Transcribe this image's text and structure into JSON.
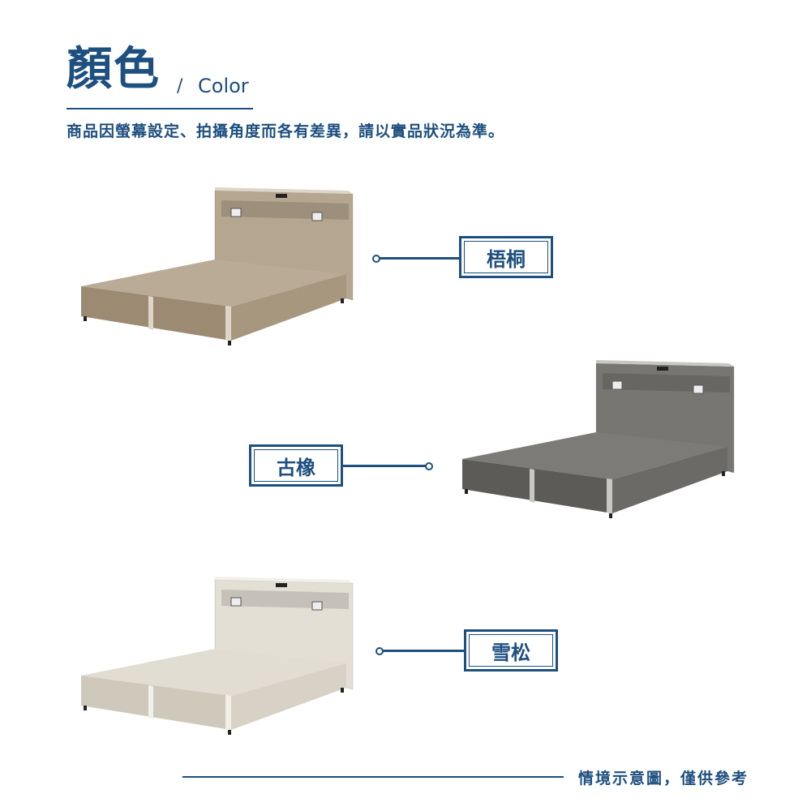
{
  "header": {
    "title": "顏色",
    "separator": "/",
    "subtitle": "Color",
    "note": "商品因螢幕設定、拍攝角度而各有差異，請以實品狀況為準。"
  },
  "variants": [
    {
      "name": "梧桐",
      "colors": {
        "top": "#b9ab96",
        "front": "#9c8a72",
        "side": "#a8977f",
        "head": "#b5a68f",
        "trim": "#ddd5c8"
      }
    },
    {
      "name": "古橡",
      "colors": {
        "top": "#7d7b78",
        "front": "#5d5b58",
        "side": "#6c6a67",
        "head": "#787673",
        "trim": "#c9c7c3"
      }
    },
    {
      "name": "雪松",
      "colors": {
        "top": "#e2ddd2",
        "front": "#cfc9bc",
        "side": "#d8d2c6",
        "head": "#e4dfd5",
        "trim": "#f3f0ea"
      }
    }
  ],
  "footer": {
    "note": "情境示意圖，僅供參考"
  }
}
